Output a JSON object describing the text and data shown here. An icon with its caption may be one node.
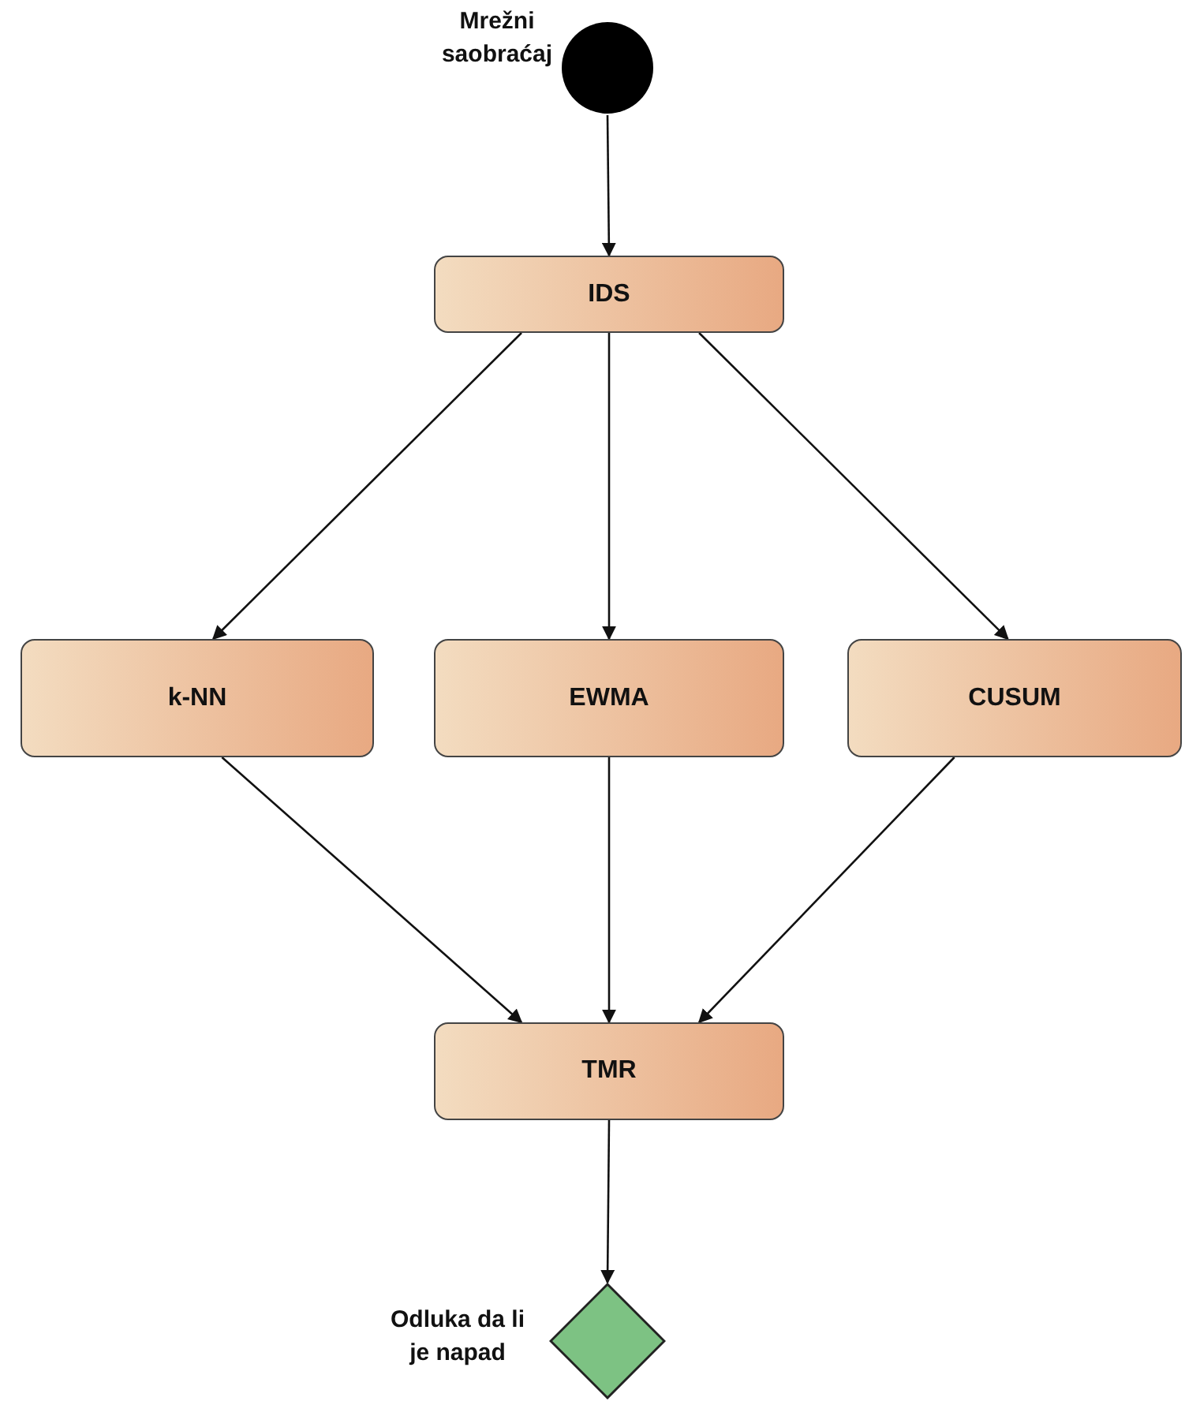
{
  "diagram": {
    "nodes": [
      {
        "text": [],
        "shape": "circle",
        "beside": [
          "Mrežni saobraćaj"
        ]
      },
      {
        "text": [
          "IDS"
        ]
      },
      {
        "text": [
          "k-NN"
        ]
      },
      {
        "text": [
          "EWMA"
        ]
      },
      {
        "text": [
          "CUSUM"
        ]
      },
      {
        "text": [
          "TMR"
        ]
      },
      {
        "text": [],
        "shape": "diamond",
        "beside": [
          "Odluka da li je napad"
        ]
      }
    ],
    "edges": [
      {
        "from": 0,
        "to": 1,
        "arrow": "to"
      },
      {
        "from": 1,
        "to": 2,
        "arrow": "to"
      },
      {
        "from": 1,
        "to": 3,
        "arrow": "to"
      },
      {
        "from": 1,
        "to": 4,
        "arrow": "to"
      },
      {
        "from": 2,
        "to": 5,
        "arrow": "to"
      },
      {
        "from": 3,
        "to": 5,
        "arrow": "to"
      },
      {
        "from": 4,
        "to": 5,
        "arrow": "to"
      },
      {
        "from": 5,
        "to": 6,
        "arrow": "to"
      }
    ]
  }
}
